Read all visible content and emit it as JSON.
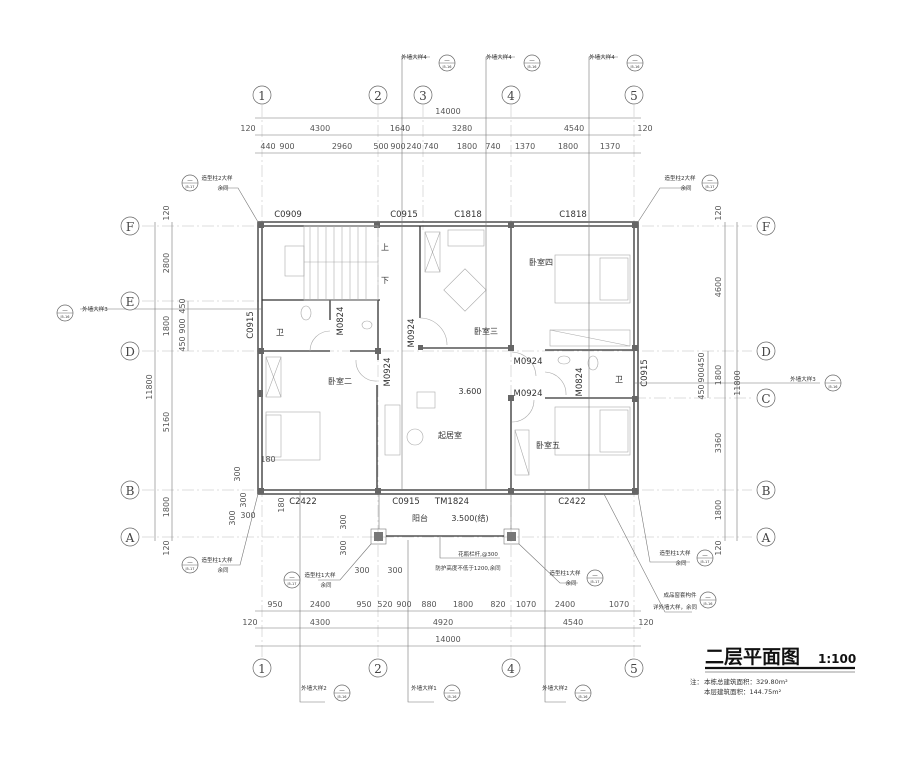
{
  "title": {
    "name": "二层平面图",
    "scale": "1:100"
  },
  "notes": {
    "prefix": "注：",
    "total_area": "本栋总建筑面积：329.80m²",
    "floor_area": "本层建筑面积：144.75m²"
  },
  "axes": {
    "top": [
      "1",
      "2",
      "3",
      "4",
      "5"
    ],
    "bottom": [
      "1",
      "2",
      "4",
      "5"
    ],
    "left": [
      "F",
      "E",
      "D",
      "B",
      "A"
    ],
    "right": [
      "F",
      "D",
      "C",
      "B",
      "A"
    ]
  },
  "dims": {
    "top_total": "14000",
    "top_row2": [
      "120",
      "4300",
      "1640",
      "3280",
      "4540",
      "120"
    ],
    "top_row3": [
      "440",
      "900",
      "2960",
      "500",
      "900",
      "240",
      "740",
      "1800",
      "740",
      "1370",
      "1800",
      "1370"
    ],
    "bottom_row1": [
      "950",
      "2400",
      "950",
      "520",
      "900",
      "880",
      "1800",
      "820",
      "1070",
      "2400",
      "1070"
    ],
    "bottom_row2": [
      "120",
      "4300",
      "4920",
      "4540",
      "120"
    ],
    "bottom_total": "14000",
    "left": [
      "120",
      "2800",
      "1800",
      "5160",
      "1800",
      "120"
    ],
    "left_detail": [
      "450",
      "900",
      "450"
    ],
    "left_total": "11800",
    "right": [
      "120",
      "4600",
      "1800",
      "3360",
      "1800",
      "120"
    ],
    "right_detail": [
      "450",
      "900",
      "450"
    ],
    "right_total": "11800",
    "misc": [
      "300",
      "300",
      "300",
      "300",
      "300",
      "300",
      "300",
      "300",
      "180",
      "180"
    ]
  },
  "openings": {
    "top": [
      "C0909",
      "C0915",
      "C1818",
      "C1818"
    ],
    "bottom": [
      "C2422",
      "C0915",
      "TM1824",
      "C2422"
    ],
    "vertical": [
      "C0915",
      "M0824",
      "M0924",
      "M0924",
      "M0824",
      "C0915"
    ],
    "horizontal": [
      "M0924",
      "M0924"
    ]
  },
  "rooms": {
    "bedroom4": "卧室四",
    "bedroom3": "卧室三",
    "bedroom2": "卧室二",
    "living": "起居室",
    "bedroom5": "卧室五",
    "bath_left": "卫",
    "bath_right": "卫",
    "stair_up": "上",
    "stair_down": "下",
    "level": "3.600",
    "balcony": "阳台",
    "balcony_level": "3.500(结)"
  },
  "callouts": {
    "wall_detail_4": "外墙大样4",
    "wall_detail_3": "外墙大样3",
    "wall_detail_2": "外墙大样2",
    "wall_detail_1": "外墙大样1",
    "column_2": "造型柱2大样",
    "column_1": "造型柱1大样",
    "same": "余同",
    "dash": "—",
    "sheet_16": "J5-16",
    "sheet_17": "J5-17",
    "railing": "花瓶栏杆,@300",
    "railing_height": "防护高度不低于1200,余同",
    "window_trim": "成品窗套构件",
    "window_trim_note": "详外墙大样，余同"
  }
}
